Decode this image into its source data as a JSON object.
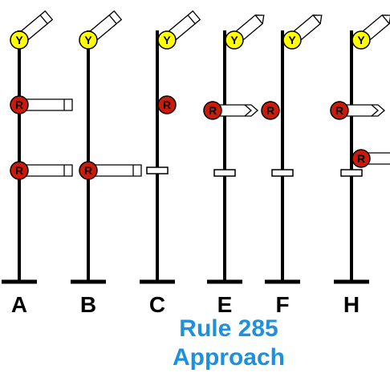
{
  "caption": {
    "line1": "Rule 285",
    "line2": "Approach"
  },
  "colors": {
    "yellow_lamp": "#ffff00",
    "red_lamp": "#cc1a0a",
    "post": "#000000",
    "caption": "#1e90e0"
  },
  "signals": [
    {
      "label": "A",
      "lamps": [
        {
          "letter": "Y",
          "blade": "diag-square"
        },
        {
          "letter": "R",
          "blade": "horiz-square"
        },
        {
          "letter": "R",
          "blade": "horiz-square"
        }
      ],
      "marker": false
    },
    {
      "label": "B",
      "lamps": [
        {
          "letter": "Y",
          "blade": "diag-square"
        },
        {
          "letter": "R",
          "blade": "horiz-square"
        }
      ],
      "marker": false
    },
    {
      "label": "C",
      "lamps": [
        {
          "letter": "Y",
          "blade": "diag-square"
        },
        {
          "letter": "R",
          "blade": "none"
        }
      ],
      "marker": true
    },
    {
      "label": "E",
      "lamps": [
        {
          "letter": "Y",
          "blade": "diag-pointed"
        },
        {
          "letter": "R",
          "blade": "horiz-pointed"
        }
      ],
      "marker": true
    },
    {
      "label": "F",
      "lamps": [
        {
          "letter": "Y",
          "blade": "diag-pointed"
        },
        {
          "letter": "R",
          "blade": "none"
        }
      ],
      "marker": true
    },
    {
      "label": "H",
      "lamps": [
        {
          "letter": "Y",
          "blade": "diag-pointed"
        },
        {
          "letter": "R",
          "blade": "horiz-pointed"
        },
        {
          "letter": "R",
          "blade": "horiz-pointed"
        }
      ],
      "marker": true
    }
  ]
}
